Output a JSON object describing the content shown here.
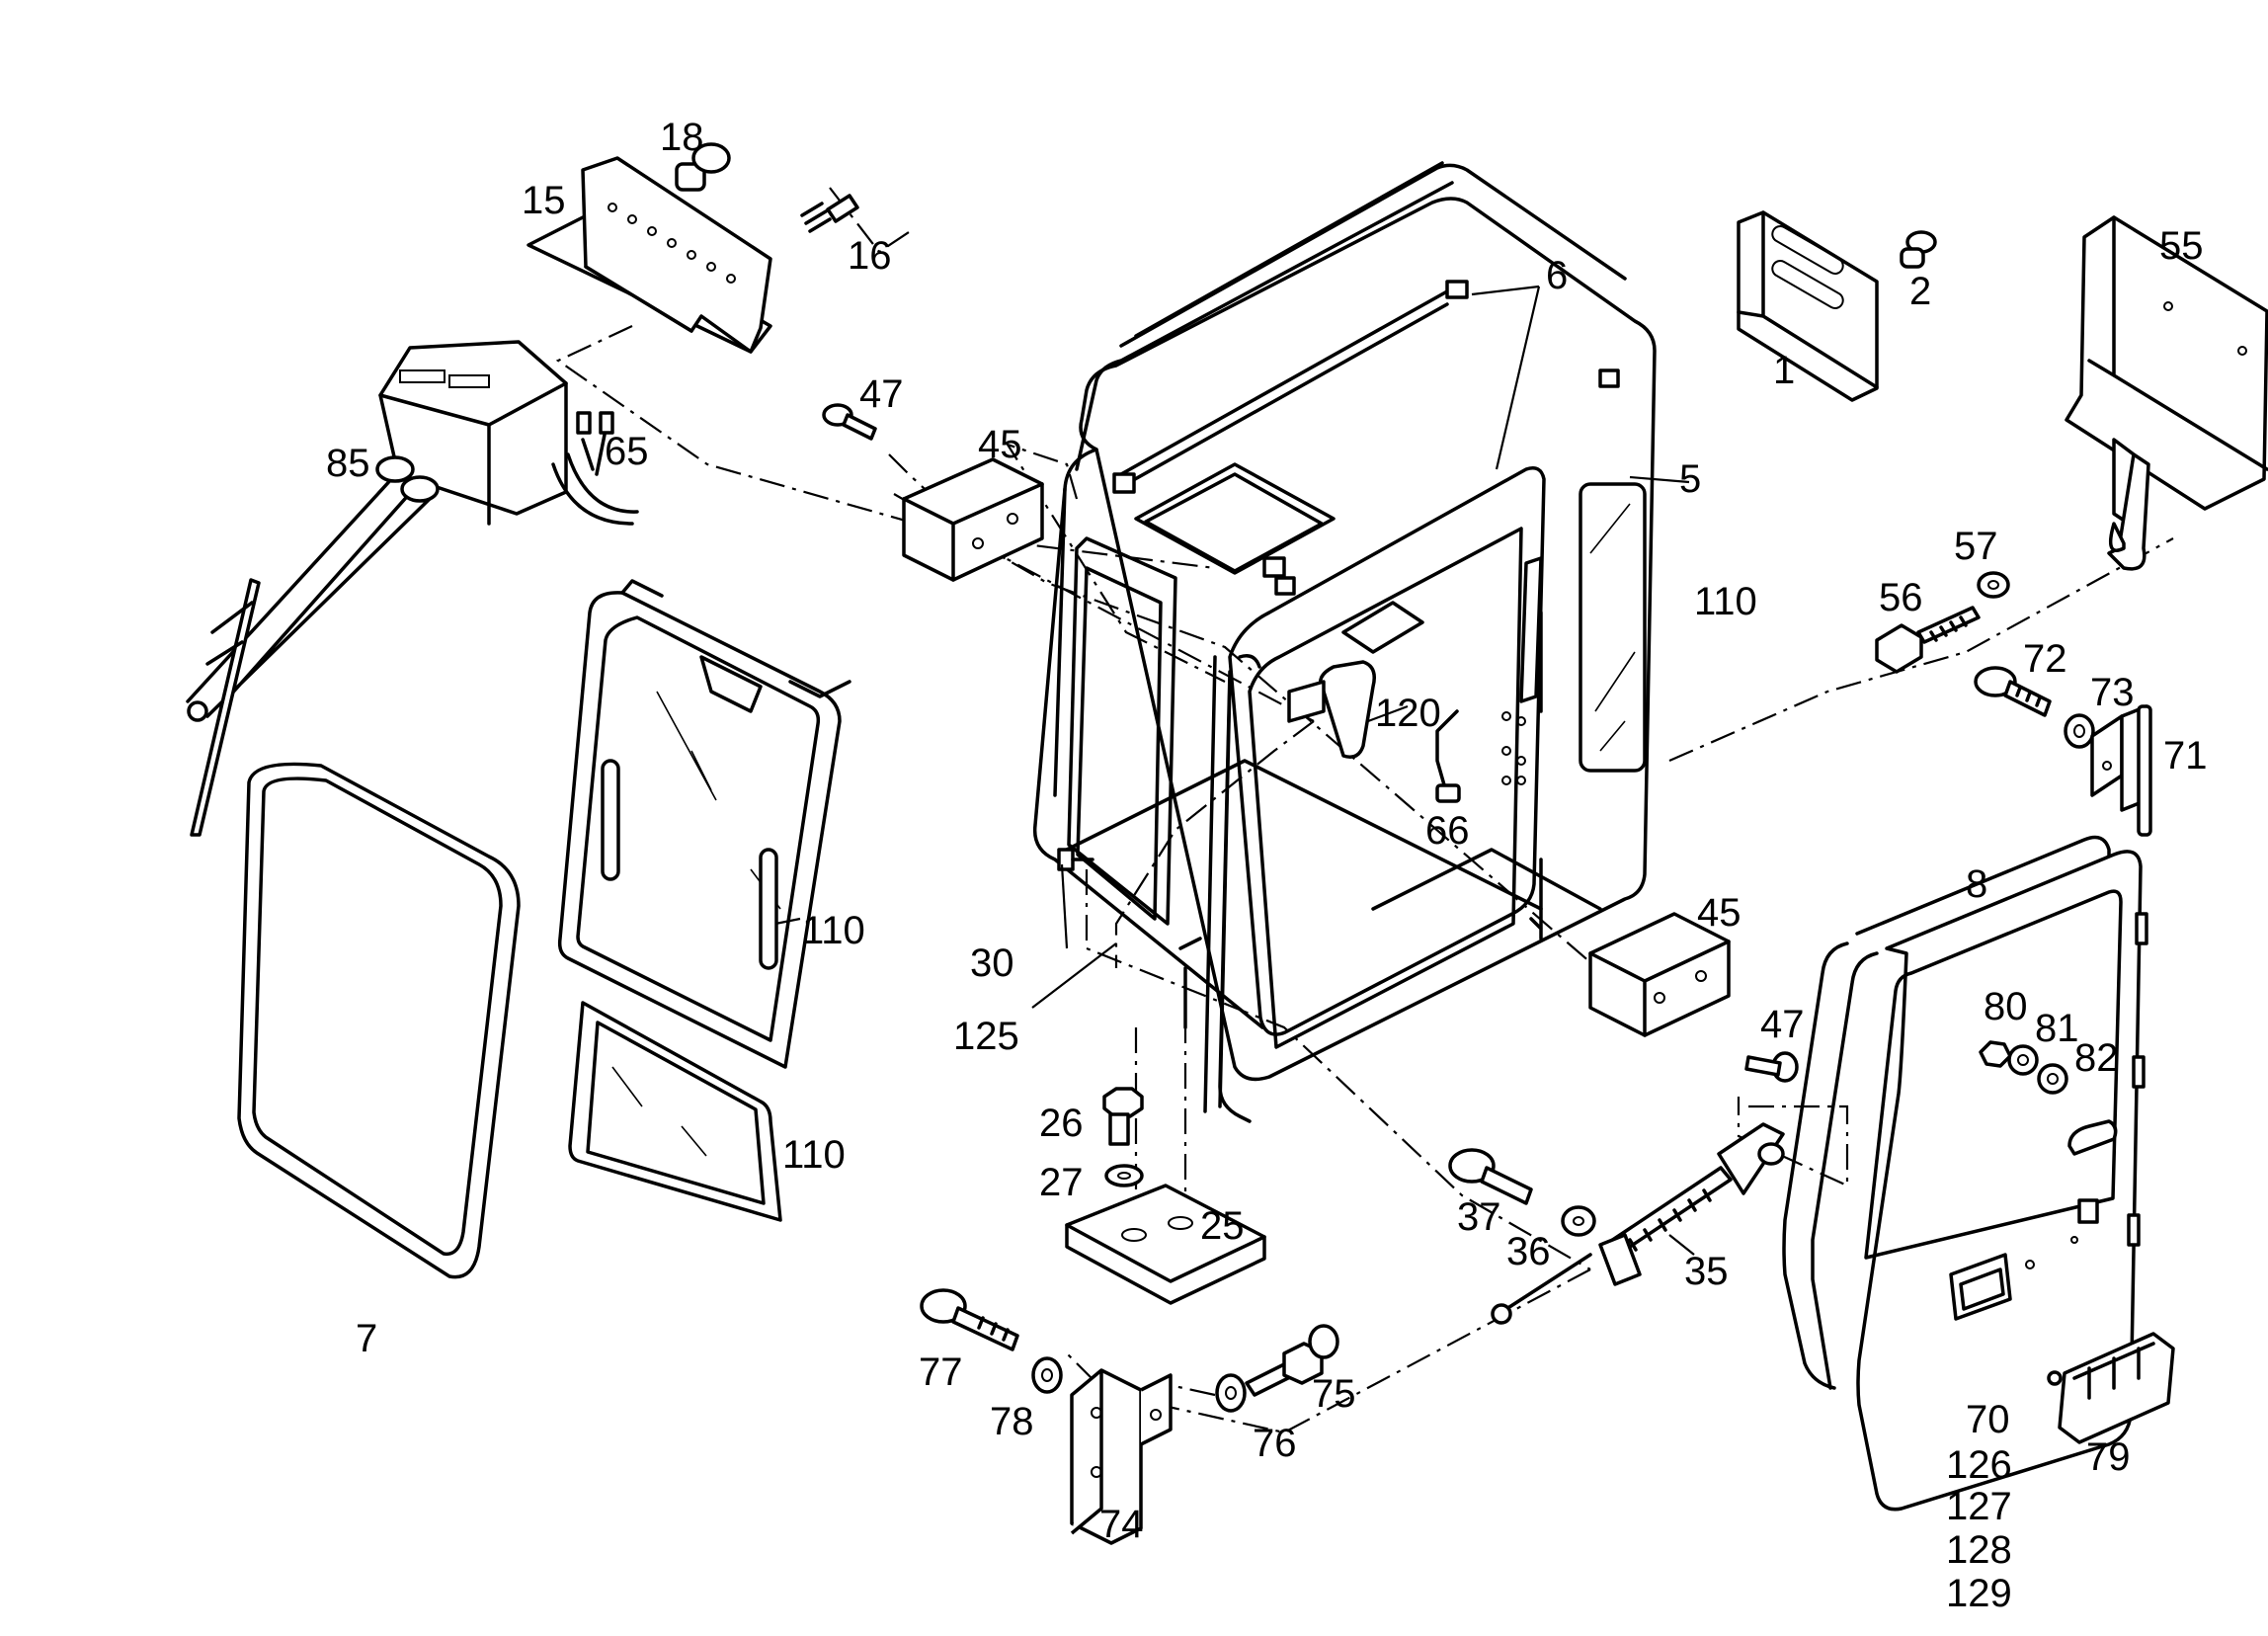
{
  "callouts": {
    "c1": "1",
    "c2": "2",
    "c5": "5",
    "c6": "6",
    "c7": "7",
    "c8": "8",
    "c15": "15",
    "c16": "16",
    "c18": "18",
    "c25": "25",
    "c26": "26",
    "c27": "27",
    "c30": "30",
    "c35": "35",
    "c36": "36",
    "c37": "37",
    "c45a": "45",
    "c45b": "45",
    "c47a": "47",
    "c47b": "47",
    "c55": "55",
    "c56": "56",
    "c57": "57",
    "c65": "65",
    "c66": "66",
    "c70": "70",
    "c71": "71",
    "c72": "72",
    "c73": "73",
    "c74": "74",
    "c75": "75",
    "c76": "76",
    "c77": "77",
    "c78": "78",
    "c79": "79",
    "c80": "80",
    "c81": "81",
    "c82": "82",
    "c85": "85",
    "c110a": "110",
    "c110b": "110",
    "c110c": "110",
    "c120": "120",
    "c125": "125",
    "c126": "126",
    "c127": "127",
    "c128": "128",
    "c129": "129"
  }
}
